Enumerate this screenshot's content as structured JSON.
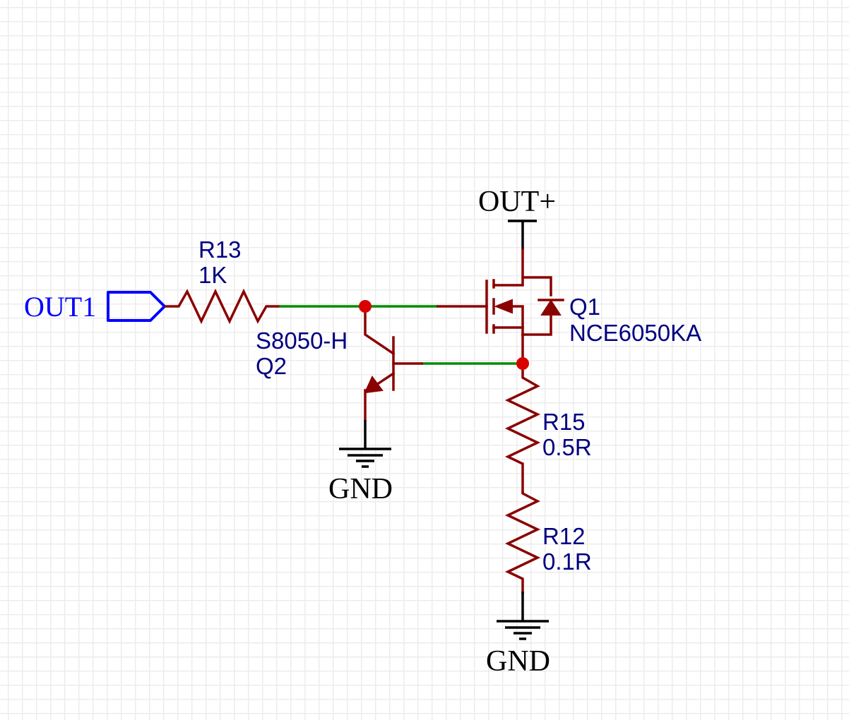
{
  "schematic": {
    "title": "MOSFET low-side switch with current limit",
    "colors": {
      "component": "#8b0000",
      "wire": "#008c00",
      "junction": "#d90000",
      "designator_text": "#000080",
      "port": "#0000ff",
      "power_symbol": "#000000",
      "grid": "#ececec"
    },
    "ports": [
      {
        "name": "OUT1",
        "type": "input-port"
      }
    ],
    "power_nets": [
      {
        "name": "OUT+",
        "type": "power-bar"
      },
      {
        "name": "GND",
        "type": "ground",
        "instance": 1
      },
      {
        "name": "GND",
        "type": "ground",
        "instance": 2
      }
    ],
    "components": {
      "r13": {
        "designator": "R13",
        "value": "1K",
        "type": "resistor"
      },
      "q2": {
        "designator": "Q2",
        "value": "S8050-H",
        "type": "npn-transistor"
      },
      "q1": {
        "designator": "Q1",
        "value": "NCE6050KA",
        "type": "n-channel-mosfet"
      },
      "r15": {
        "designator": "R15",
        "value": "0.5R",
        "type": "resistor"
      },
      "r12": {
        "designator": "R12",
        "value": "0.1R",
        "type": "resistor"
      }
    },
    "labels": {
      "out1": "OUT1",
      "out_plus": "OUT+",
      "gnd1": "GND",
      "gnd2": "GND"
    }
  }
}
